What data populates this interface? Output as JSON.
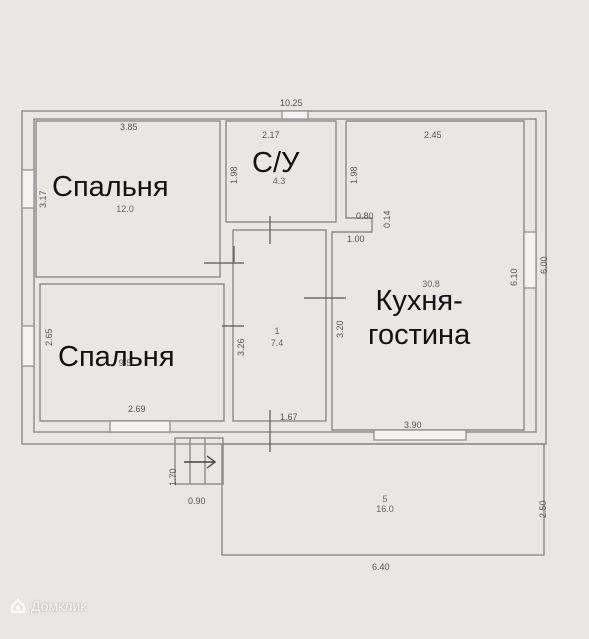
{
  "rooms": {
    "bedroom1": {
      "label": "Спальня",
      "area": "12.0"
    },
    "wc": {
      "label": "С/У",
      "area": "4.3"
    },
    "kitchen": {
      "label": "Кухня-\nгостина",
      "area": "30.8"
    },
    "bedroom2": {
      "label": "Спальня",
      "area": "9.5"
    },
    "hall": {
      "label": "1",
      "area": "7.4"
    },
    "terrace": {
      "label": "5",
      "area": "16.0"
    }
  },
  "dimensions": {
    "total_width": "10.25",
    "bedroom1_width": "3.85",
    "bedroom1_height": "3.17",
    "wc_width": "2.17",
    "wc_height": "1.98",
    "kitchen_width": "2.45",
    "kitchen_height_left": "1.98",
    "kitchen_height": "6.10",
    "kitchen_window": "6.00",
    "niche_a": "0.80",
    "niche_b": "0.14",
    "niche_c": "1.00",
    "hall_height": "3.20",
    "bedroom2_height": "2.65",
    "bedroom2_width": "2.69",
    "hall_width": "1.67",
    "kitchen_bottom": "3.90",
    "hall_left": "3.26",
    "porch_height": "1.70",
    "porch_width": "0.90",
    "terrace_width": "6.40",
    "terrace_height": "2.50"
  },
  "watermark": {
    "text": "Домклик",
    "icon": "domclick-logo-icon"
  }
}
